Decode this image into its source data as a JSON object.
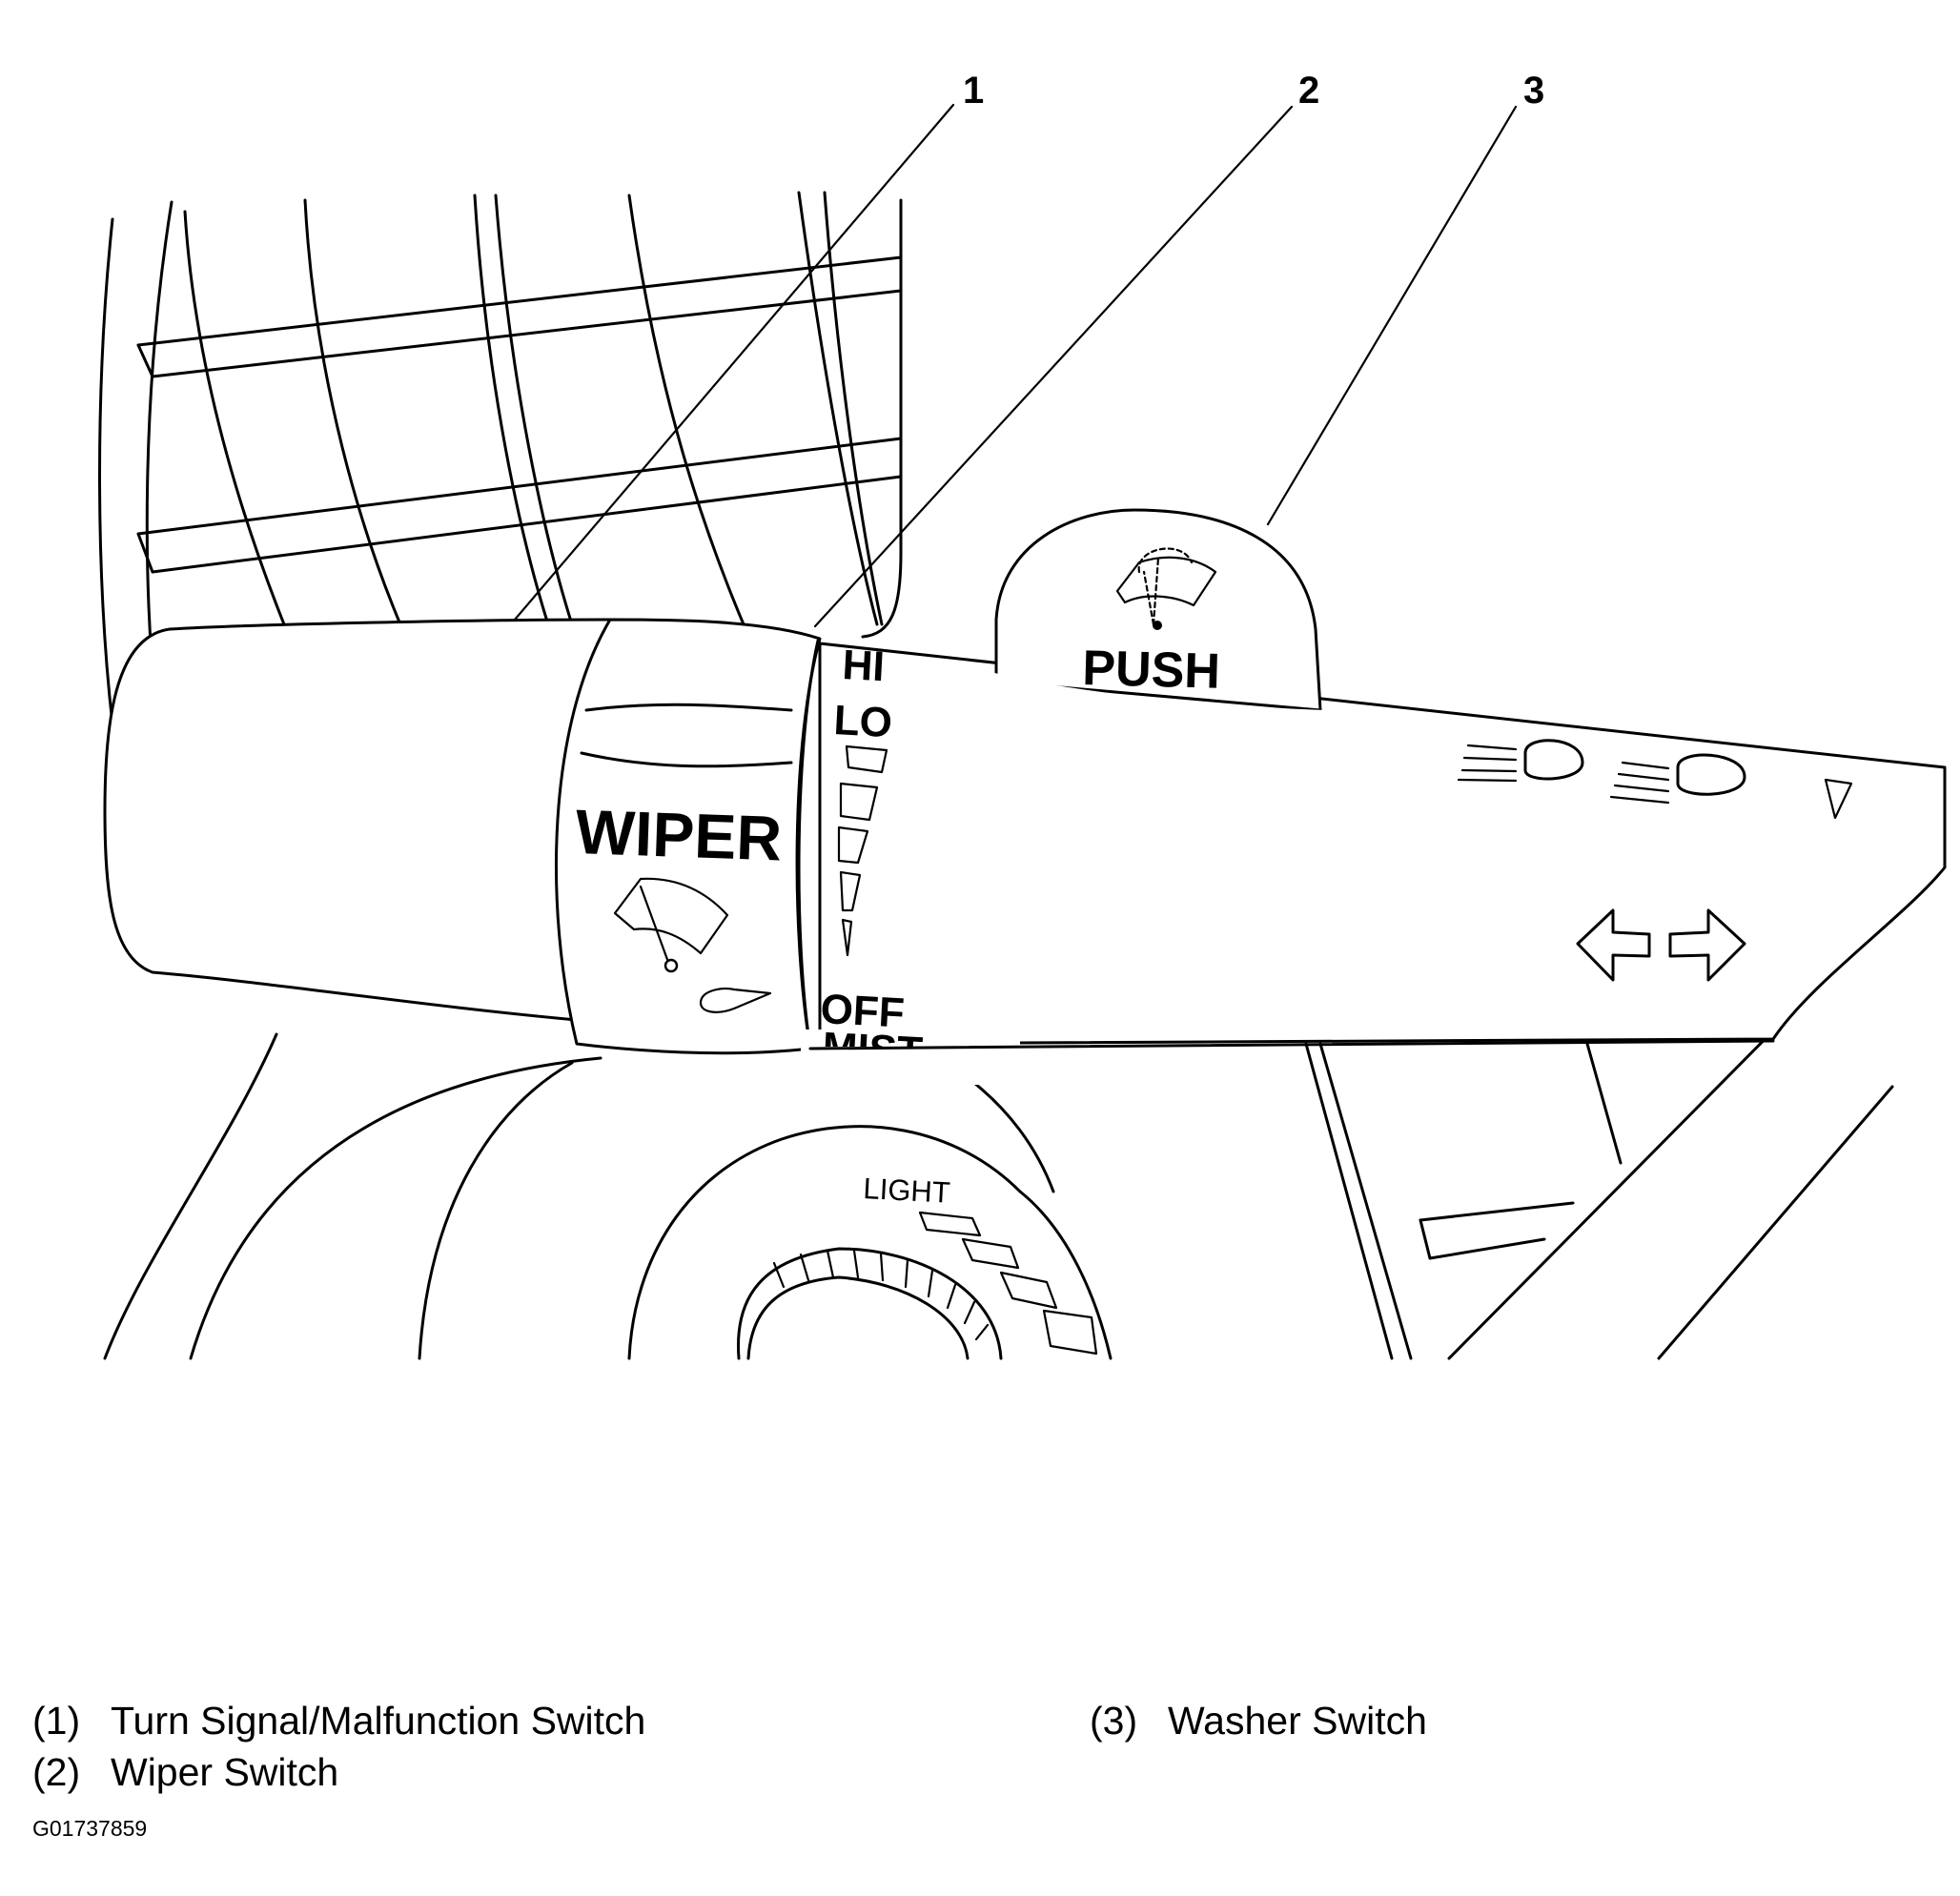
{
  "callouts": [
    "1",
    "2",
    "3"
  ],
  "lever_labels": {
    "wiper": "WIPER",
    "push": "PUSH",
    "hi": "HI",
    "lo": "LO",
    "off": "OFF",
    "mist": "MIST",
    "light": "LIGHT"
  },
  "legend": [
    {
      "num": "(1)",
      "text": "Turn Signal/Malfunction Switch"
    },
    {
      "num": "(2)",
      "text": "Wiper Switch"
    },
    {
      "num": "(3)",
      "text": "Washer Switch"
    }
  ],
  "figure_id": "G01737859",
  "icons": [
    "wiper-icon",
    "washer-wiper-icon",
    "mist-drop-icon",
    "headlight-high-icon",
    "headlight-low-icon",
    "turn-left-arrow-icon",
    "turn-right-arrow-icon",
    "triangle-marker-icon"
  ],
  "colors": {
    "ink": "#000000",
    "paper": "#ffffff"
  }
}
